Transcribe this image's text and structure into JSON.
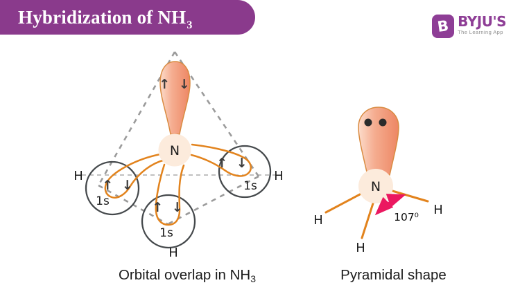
{
  "banner": {
    "title": "Hybridization of NH",
    "title_subscript": "3"
  },
  "logo": {
    "icon_letter": "B",
    "brand": "BYJU'S",
    "tagline": "The Learning App"
  },
  "left_diagram": {
    "caption": "Orbital overlap in NH",
    "caption_subscript": "3",
    "nitrogen_label": "N",
    "lone_pair_spins": "↑ ↓",
    "hydrogens": [
      {
        "position": "left",
        "h_label": "H",
        "orbital_label": "1s",
        "spins": "↑ ↓"
      },
      {
        "position": "bottom",
        "h_label": "H",
        "orbital_label": "1s",
        "spins": "↑ ↓"
      },
      {
        "position": "right",
        "h_label": "H",
        "orbital_label": "1s",
        "spins": "↑ ↓"
      }
    ]
  },
  "right_diagram": {
    "caption": "Pyramidal shape",
    "nitrogen_label": "N",
    "bond_angle_label": "107⁰",
    "lone_pair_electrons": 2,
    "hydrogen_labels": [
      "H",
      "H",
      "H"
    ]
  },
  "colors": {
    "banner_purple": "#8a3a8c",
    "logo_purple": "#8e3e96",
    "orbital_orange": "#e2831d",
    "lobe_fill_light": "#fcdccb",
    "lobe_fill_dark": "#ed8663",
    "lobe_outline": "#d98b41",
    "nitrogen_fill": "#fcebdc",
    "orbital_circle_stroke": "#45494c",
    "dashed_gray": "#9b9b9b",
    "angle_pink": "#eb1860",
    "text_dark": "#1d1d1d",
    "tagline_gray": "#8f8f8f"
  }
}
